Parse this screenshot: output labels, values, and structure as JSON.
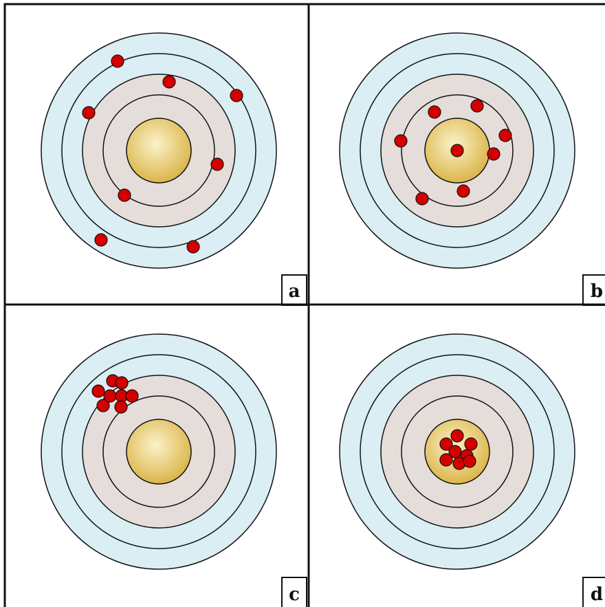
{
  "figure": {
    "colors": {
      "outer_ring": "#daeef4",
      "inner_ring": "#e4ddda",
      "bullseye_light": "#fbf2c8",
      "bullseye_dark": "#d8b040",
      "shot": "#d40000",
      "line": "#111111"
    },
    "panels": [
      {
        "label": "a",
        "shots": [
          [
            -60,
            -130
          ],
          [
            15,
            -100
          ],
          [
            113,
            -80
          ],
          [
            -102,
            -55
          ],
          [
            85,
            20
          ],
          [
            -50,
            65
          ],
          [
            -84,
            130
          ],
          [
            50,
            140
          ]
        ]
      },
      {
        "label": "b",
        "shots": [
          [
            -33,
            -56
          ],
          [
            29,
            -65
          ],
          [
            -82,
            -14
          ],
          [
            70,
            -22
          ],
          [
            0,
            0
          ],
          [
            53,
            5
          ],
          [
            -51,
            70
          ],
          [
            9,
            59
          ]
        ]
      },
      {
        "label": "c",
        "shots": [
          [
            -67,
            -103
          ],
          [
            -54,
            -100
          ],
          [
            -88,
            -88
          ],
          [
            -81,
            -67
          ],
          [
            -71,
            -81
          ],
          [
            -54,
            -81
          ],
          [
            -39,
            -81
          ],
          [
            -55,
            -65
          ]
        ]
      },
      {
        "label": "d",
        "shots": [
          [
            0,
            -23
          ],
          [
            -16,
            -11
          ],
          [
            20,
            -11
          ],
          [
            -3,
            0
          ],
          [
            14,
            6
          ],
          [
            -16,
            12
          ],
          [
            3,
            17
          ],
          [
            18,
            14
          ]
        ]
      }
    ]
  }
}
